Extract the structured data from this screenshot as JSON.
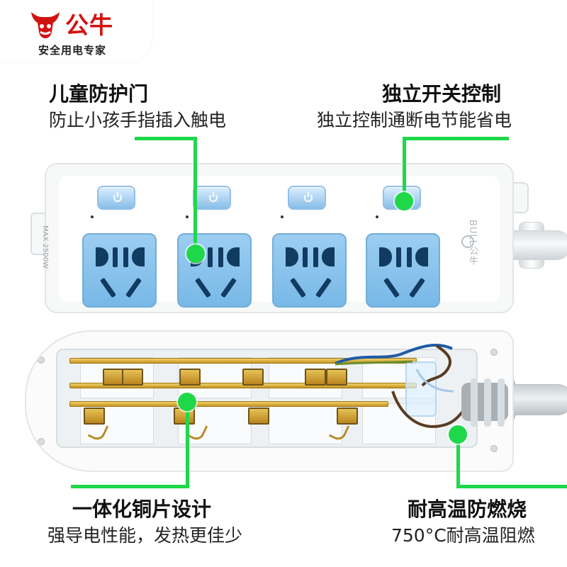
{
  "brand": {
    "name": "公牛",
    "tagline": "安全用电专家"
  },
  "callouts": {
    "child_safety": {
      "title": "儿童防护门",
      "subtitle": "防止小孩手指插入触电"
    },
    "independent_switch": {
      "title": "独立开关控制",
      "subtitle": "独立控制通断电节能省电"
    },
    "copper_piece": {
      "title": "一体化铜片设计",
      "subtitle": "强导电性能，发热更佳少"
    },
    "heat_resistant": {
      "title": "耐高温防燃烧",
      "subtitle": "750°C耐高温阻燃"
    }
  },
  "product": {
    "rating_text": "MAX 2500W",
    "brand_vertical": "BULL公牛"
  },
  "icons": {
    "logo": "bull-head-icon",
    "power": "power-icon"
  },
  "colors": {
    "logo_red": "#d21212",
    "callout_green": "#1fd84a",
    "socket_blue": "#8ec5ef",
    "copper": "#c89521"
  }
}
